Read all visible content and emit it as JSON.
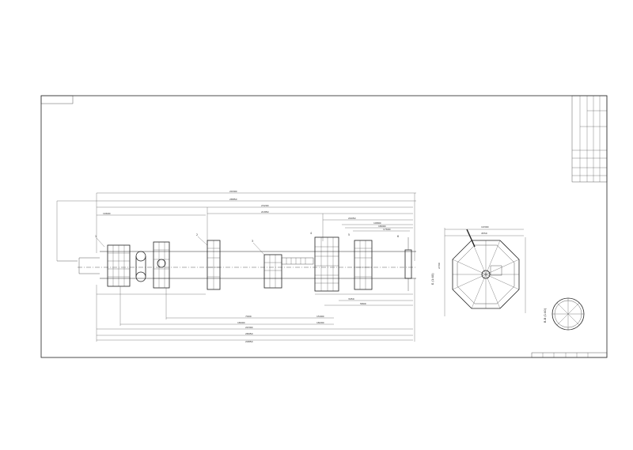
{
  "sheet": {
    "corner_stamp": "",
    "title_block": {
      "rows": [
        "",
        "",
        "",
        "",
        "",
        "",
        ""
      ]
    }
  },
  "elevation_view": {
    "dimensions_top": [
      "29300",
      "28850",
      "23200",
      "21850",
      "10600",
      "20050",
      "19800",
      "18000",
      "17600"
    ],
    "dimensions_bottom": [
      "3450",
      "5800",
      "7900",
      "15900",
      "18000",
      "18200",
      "20300",
      "28950",
      "29850"
    ],
    "position_labels": [
      "1",
      "2",
      "3",
      "4",
      "5",
      "6"
    ]
  },
  "plan_view": {
    "title": "Б (1:40)",
    "dimensions": [
      "10300",
      "4550",
      "2700"
    ]
  },
  "section_view": {
    "title": "В-В (1:40)"
  },
  "bottom_strip": {
    "cells": [
      "",
      "",
      "",
      "",
      "",
      "",
      ""
    ]
  }
}
